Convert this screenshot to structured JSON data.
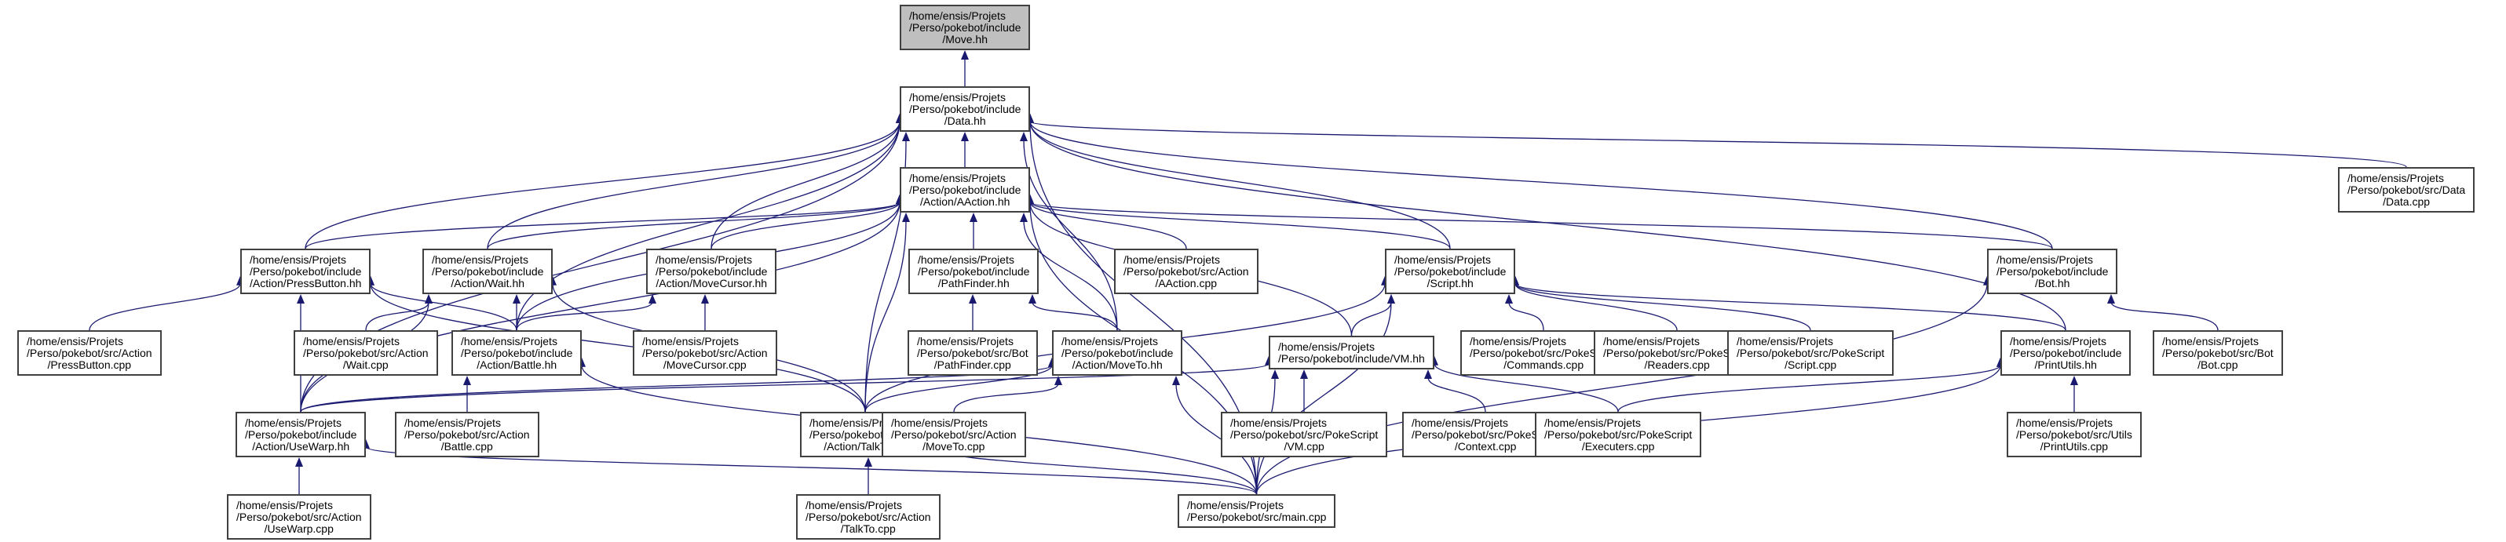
{
  "colors": {
    "edge": "#191970",
    "node_border": "#404040",
    "focus_fill": "#bfbfbf",
    "node_fill": "#ffffff"
  },
  "nodes": [
    {
      "id": "move_hh",
      "lines": [
        "/home/ensis/Projets",
        "/Perso/pokebot/include",
        "/Move.hh"
      ],
      "focus": true
    },
    {
      "id": "data_hh",
      "lines": [
        "/home/ensis/Projets",
        "/Perso/pokebot/include",
        "/Data.hh"
      ]
    },
    {
      "id": "aaction_hh",
      "lines": [
        "/home/ensis/Projets",
        "/Perso/pokebot/include",
        "/Action/AAction.hh"
      ]
    },
    {
      "id": "data_cpp",
      "lines": [
        "/home/ensis/Projets",
        "/Perso/pokebot/src/Data",
        "/Data.cpp"
      ]
    },
    {
      "id": "pressbutton_hh",
      "lines": [
        "/home/ensis/Projets",
        "/Perso/pokebot/include",
        "/Action/PressButton.hh"
      ]
    },
    {
      "id": "wait_hh",
      "lines": [
        "/home/ensis/Projets",
        "/Perso/pokebot/include",
        "/Action/Wait.hh"
      ]
    },
    {
      "id": "movecursor_hh",
      "lines": [
        "/home/ensis/Projets",
        "/Perso/pokebot/include",
        "/Action/MoveCursor.hh"
      ]
    },
    {
      "id": "pathfinder_hh",
      "lines": [
        "/home/ensis/Projets",
        "/Perso/pokebot/include",
        "/PathFinder.hh"
      ]
    },
    {
      "id": "aaction_cpp",
      "lines": [
        "/home/ensis/Projets",
        "/Perso/pokebot/src/Action",
        "/AAction.cpp"
      ]
    },
    {
      "id": "script_hh",
      "lines": [
        "/home/ensis/Projets",
        "/Perso/pokebot/include",
        "/Script.hh"
      ]
    },
    {
      "id": "bot_hh",
      "lines": [
        "/home/ensis/Projets",
        "/Perso/pokebot/include",
        "/Bot.hh"
      ]
    },
    {
      "id": "pressbutton_cpp",
      "lines": [
        "/home/ensis/Projets",
        "/Perso/pokebot/src/Action",
        "/PressButton.cpp"
      ]
    },
    {
      "id": "wait_cpp",
      "lines": [
        "/home/ensis/Projets",
        "/Perso/pokebot/src/Action",
        "/Wait.cpp"
      ]
    },
    {
      "id": "battle_hh",
      "lines": [
        "/home/ensis/Projets",
        "/Perso/pokebot/include",
        "/Action/Battle.hh"
      ]
    },
    {
      "id": "movecursor_cpp",
      "lines": [
        "/home/ensis/Projets",
        "/Perso/pokebot/src/Action",
        "/MoveCursor.cpp"
      ]
    },
    {
      "id": "pathfinder_cpp",
      "lines": [
        "/home/ensis/Projets",
        "/Perso/pokebot/src/Bot",
        "/PathFinder.cpp"
      ]
    },
    {
      "id": "moveto_hh",
      "lines": [
        "/home/ensis/Projets",
        "/Perso/pokebot/include",
        "/Action/MoveTo.hh"
      ]
    },
    {
      "id": "vm_hh",
      "lines": [
        "/home/ensis/Projets",
        "/Perso/pokebot/include/VM.hh"
      ]
    },
    {
      "id": "commands_cpp",
      "lines": [
        "/home/ensis/Projets",
        "/Perso/pokebot/src/PokeScript",
        "/Commands.cpp"
      ]
    },
    {
      "id": "readers_cpp",
      "lines": [
        "/home/ensis/Projets",
        "/Perso/pokebot/src/PokeScript",
        "/Readers.cpp"
      ]
    },
    {
      "id": "script_cpp",
      "lines": [
        "/home/ensis/Projets",
        "/Perso/pokebot/src/PokeScript",
        "/Script.cpp"
      ]
    },
    {
      "id": "printutils_hh",
      "lines": [
        "/home/ensis/Projets",
        "/Perso/pokebot/include",
        "/PrintUtils.hh"
      ]
    },
    {
      "id": "bot_cpp",
      "lines": [
        "/home/ensis/Projets",
        "/Perso/pokebot/src/Bot",
        "/Bot.cpp"
      ]
    },
    {
      "id": "usewarp_hh",
      "lines": [
        "/home/ensis/Projets",
        "/Perso/pokebot/include",
        "/Action/UseWarp.hh"
      ]
    },
    {
      "id": "battle_cpp",
      "lines": [
        "/home/ensis/Projets",
        "/Perso/pokebot/src/Action",
        "/Battle.cpp"
      ]
    },
    {
      "id": "talkto_hh",
      "lines": [
        "/home/ensis/Projets",
        "/Perso/pokebot/include",
        "/Action/TalkTo.hh"
      ]
    },
    {
      "id": "moveto_cpp",
      "lines": [
        "/home/ensis/Projets",
        "/Perso/pokebot/src/Action",
        "/MoveTo.cpp"
      ]
    },
    {
      "id": "vm_cpp",
      "lines": [
        "/home/ensis/Projets",
        "/Perso/pokebot/src/PokeScript",
        "/VM.cpp"
      ]
    },
    {
      "id": "context_cpp",
      "lines": [
        "/home/ensis/Projets",
        "/Perso/pokebot/src/PokeScript",
        "/Context.cpp"
      ]
    },
    {
      "id": "executers_cpp",
      "lines": [
        "/home/ensis/Projets",
        "/Perso/pokebot/src/PokeScript",
        "/Executers.cpp"
      ]
    },
    {
      "id": "printutils_cpp",
      "lines": [
        "/home/ensis/Projets",
        "/Perso/pokebot/src/Utils",
        "/PrintUtils.cpp"
      ]
    },
    {
      "id": "usewarp_cpp",
      "lines": [
        "/home/ensis/Projets",
        "/Perso/pokebot/src/Action",
        "/UseWarp.cpp"
      ]
    },
    {
      "id": "talkto_cpp",
      "lines": [
        "/home/ensis/Projets",
        "/Perso/pokebot/src/Action",
        "/TalkTo.cpp"
      ]
    },
    {
      "id": "main_cpp",
      "lines": [
        "/home/ensis/Projets",
        "/Perso/pokebot/src/main.cpp"
      ]
    }
  ],
  "edges": [
    [
      "data_hh",
      "move_hh"
    ],
    [
      "aaction_hh",
      "data_hh"
    ],
    [
      "data_cpp",
      "data_hh"
    ],
    [
      "pressbutton_hh",
      "data_hh"
    ],
    [
      "wait_hh",
      "data_hh"
    ],
    [
      "movecursor_hh",
      "data_hh"
    ],
    [
      "script_hh",
      "data_hh"
    ],
    [
      "bot_hh",
      "data_hh"
    ],
    [
      "battle_hh",
      "data_hh"
    ],
    [
      "moveto_hh",
      "data_hh"
    ],
    [
      "printutils_hh",
      "data_hh"
    ],
    [
      "usewarp_hh",
      "data_hh"
    ],
    [
      "talkto_hh",
      "data_hh"
    ],
    [
      "main_cpp",
      "data_hh"
    ],
    [
      "pressbutton_hh",
      "aaction_hh"
    ],
    [
      "wait_hh",
      "aaction_hh"
    ],
    [
      "movecursor_hh",
      "aaction_hh"
    ],
    [
      "pathfinder_hh",
      "aaction_hh"
    ],
    [
      "aaction_cpp",
      "aaction_hh"
    ],
    [
      "script_hh",
      "aaction_hh"
    ],
    [
      "bot_hh",
      "aaction_hh"
    ],
    [
      "battle_hh",
      "aaction_hh"
    ],
    [
      "moveto_hh",
      "aaction_hh"
    ],
    [
      "vm_hh",
      "aaction_hh"
    ],
    [
      "usewarp_hh",
      "aaction_hh"
    ],
    [
      "talkto_hh",
      "aaction_hh"
    ],
    [
      "main_cpp",
      "aaction_hh"
    ],
    [
      "pressbutton_cpp",
      "pressbutton_hh"
    ],
    [
      "battle_hh",
      "pressbutton_hh"
    ],
    [
      "usewarp_hh",
      "pressbutton_hh"
    ],
    [
      "talkto_hh",
      "pressbutton_hh"
    ],
    [
      "wait_cpp",
      "wait_hh"
    ],
    [
      "battle_hh",
      "wait_hh"
    ],
    [
      "usewarp_hh",
      "wait_hh"
    ],
    [
      "talkto_hh",
      "wait_hh"
    ],
    [
      "movecursor_cpp",
      "movecursor_hh"
    ],
    [
      "battle_hh",
      "movecursor_hh"
    ],
    [
      "pathfinder_cpp",
      "pathfinder_hh"
    ],
    [
      "moveto_hh",
      "pathfinder_hh"
    ],
    [
      "vm_hh",
      "script_hh"
    ],
    [
      "commands_cpp",
      "script_hh"
    ],
    [
      "readers_cpp",
      "script_hh"
    ],
    [
      "script_cpp",
      "script_hh"
    ],
    [
      "printutils_hh",
      "script_hh"
    ],
    [
      "talkto_hh",
      "script_hh"
    ],
    [
      "main_cpp",
      "script_hh"
    ],
    [
      "bot_cpp",
      "bot_hh"
    ],
    [
      "main_cpp",
      "bot_hh"
    ],
    [
      "battle_cpp",
      "battle_hh"
    ],
    [
      "main_cpp",
      "battle_hh"
    ],
    [
      "usewarp_hh",
      "moveto_hh"
    ],
    [
      "talkto_hh",
      "moveto_hh"
    ],
    [
      "moveto_cpp",
      "moveto_hh"
    ],
    [
      "main_cpp",
      "moveto_hh"
    ],
    [
      "usewarp_hh",
      "vm_hh"
    ],
    [
      "vm_cpp",
      "vm_hh"
    ],
    [
      "context_cpp",
      "vm_hh"
    ],
    [
      "executers_cpp",
      "vm_hh"
    ],
    [
      "main_cpp",
      "vm_hh"
    ],
    [
      "printutils_cpp",
      "printutils_hh"
    ],
    [
      "main_cpp",
      "printutils_hh"
    ],
    [
      "executers_cpp",
      "printutils_hh"
    ],
    [
      "usewarp_cpp",
      "usewarp_hh"
    ],
    [
      "main_cpp",
      "usewarp_hh"
    ],
    [
      "talkto_cpp",
      "talkto_hh"
    ],
    [
      "main_cpp",
      "talkto_hh"
    ]
  ]
}
